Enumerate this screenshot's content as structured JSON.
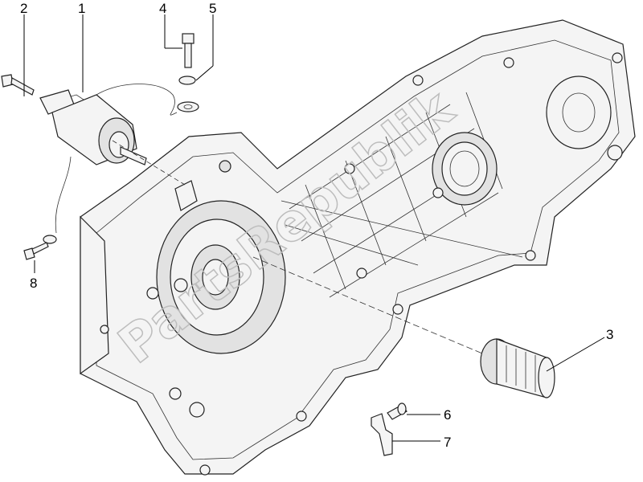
{
  "callouts": {
    "c1": "1",
    "c2": "2",
    "c3": "3",
    "c4": "4",
    "c5": "5",
    "c6": "6",
    "c7": "7",
    "c8": "8"
  },
  "watermark": "PartsRepublik"
}
